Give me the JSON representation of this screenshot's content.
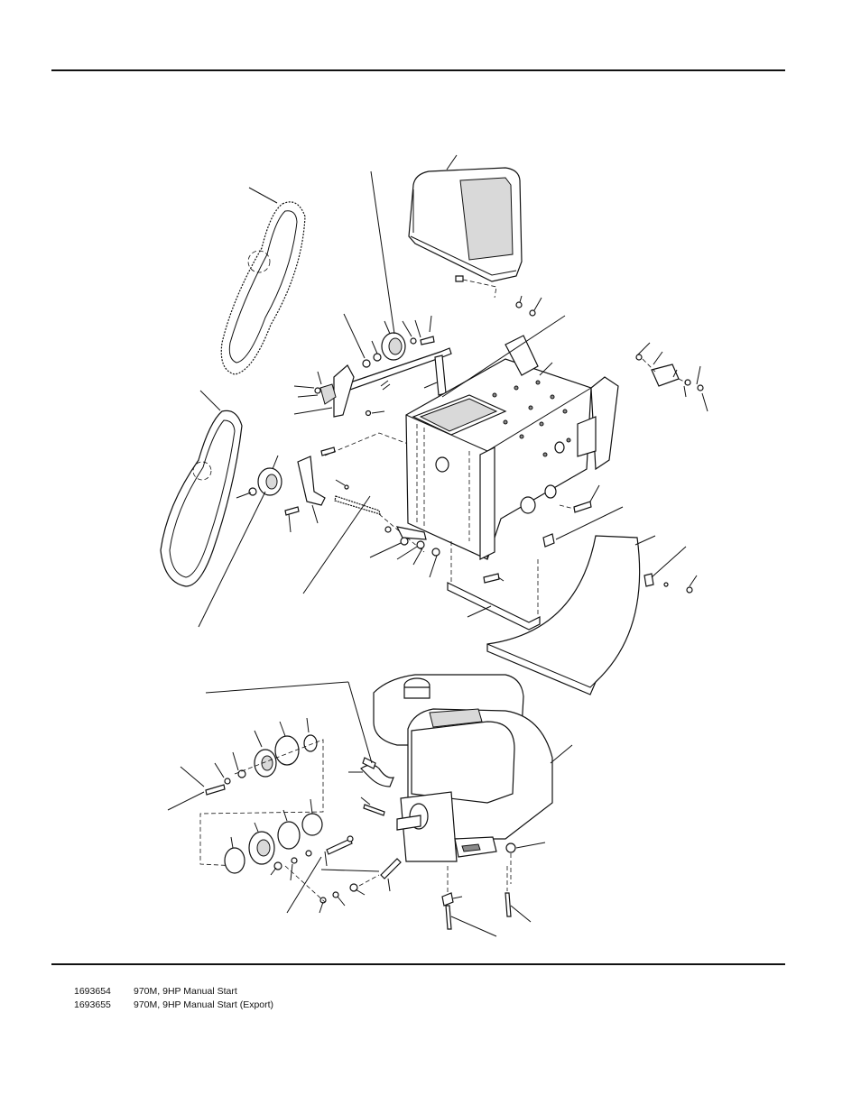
{
  "models": [
    {
      "part_number": "1693654",
      "description": "970M, 9HP Manual Start"
    },
    {
      "part_number": "1693655",
      "description": "970M, 9HP Manual Start (Export)"
    }
  ]
}
